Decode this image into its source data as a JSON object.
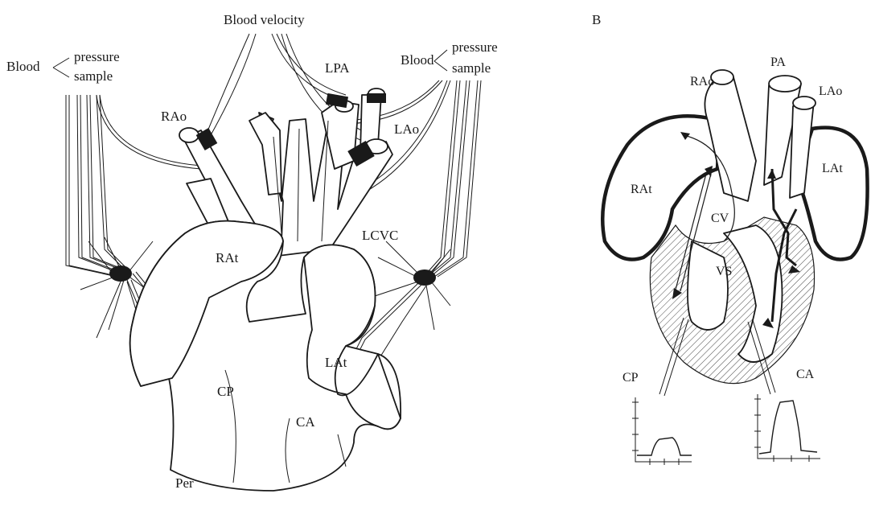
{
  "panelA": {
    "labels": {
      "blood_velocity": "Blood velocity",
      "blood_left": "Blood",
      "pressure_left": "pressure",
      "sample_left": "sample",
      "blood_right": "Blood",
      "pressure_right": "pressure",
      "sample_right": "sample",
      "lpa": "LPA",
      "rao": "RAo",
      "lao": "LAo",
      "lcvc": "LCVC",
      "rat": "RAt",
      "lat": "LAt",
      "cp": "CP",
      "ca": "CA",
      "per": "Per"
    }
  },
  "panelB": {
    "letter": "B",
    "labels": {
      "pa": "PA",
      "rao": "RAo",
      "lao": "LAo",
      "rat": "RAt",
      "lat": "LAt",
      "cv": "CV",
      "vs": "VS",
      "cp": "CP",
      "ca": "CA"
    },
    "colors": {
      "ink": "#1a1a1a",
      "background": "#ffffff"
    }
  }
}
